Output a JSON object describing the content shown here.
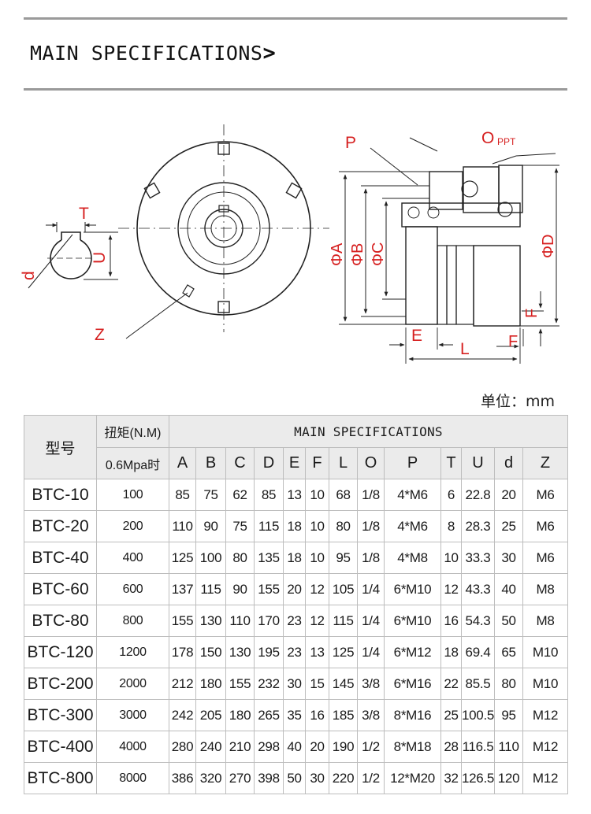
{
  "header": {
    "title": "MAIN SPECIFICATIONS",
    "chevron": ">"
  },
  "drawing": {
    "labels": {
      "T": "T",
      "U": "U",
      "d": "d",
      "Z": "Z",
      "P": "P",
      "O": "O",
      "O_sub": "PPT",
      "phiA": "ΦA",
      "phiB": "ΦB",
      "phiC": "ΦC",
      "phiD": "ΦD",
      "E": "E",
      "F1": "F",
      "F2": "F",
      "L": "L"
    },
    "label_color": "#d62020"
  },
  "unit_label": "单位：mm",
  "table": {
    "model_header": "型号",
    "torque_header": "扭矩(N.M)",
    "pressure_header": "0.6Mpa时",
    "group_header": "MAIN SPECIFICATIONS",
    "dims": [
      "A",
      "B",
      "C",
      "D",
      "E",
      "F",
      "L",
      "O",
      "P",
      "T",
      "U",
      "d",
      "Z"
    ],
    "rows": [
      {
        "model": "BTC-10",
        "torque": "100",
        "A": "85",
        "B": "75",
        "C": "62",
        "D": "85",
        "E": "13",
        "F": "10",
        "L": "68",
        "O": "1/8",
        "P": "4*M6",
        "T": "6",
        "U": "22.8",
        "d": "20",
        "Z": "M6"
      },
      {
        "model": "BTC-20",
        "torque": "200",
        "A": "110",
        "B": "90",
        "C": "75",
        "D": "115",
        "E": "18",
        "F": "10",
        "L": "80",
        "O": "1/8",
        "P": "4*M6",
        "T": "8",
        "U": "28.3",
        "d": "25",
        "Z": "M6"
      },
      {
        "model": "BTC-40",
        "torque": "400",
        "A": "125",
        "B": "100",
        "C": "80",
        "D": "135",
        "E": "18",
        "F": "10",
        "L": "95",
        "O": "1/8",
        "P": "4*M8",
        "T": "10",
        "U": "33.3",
        "d": "30",
        "Z": "M6"
      },
      {
        "model": "BTC-60",
        "torque": "600",
        "A": "137",
        "B": "115",
        "C": "90",
        "D": "155",
        "E": "20",
        "F": "12",
        "L": "105",
        "O": "1/4",
        "P": "6*M10",
        "T": "12",
        "U": "43.3",
        "d": "40",
        "Z": "M8"
      },
      {
        "model": "BTC-80",
        "torque": "800",
        "A": "155",
        "B": "130",
        "C": "110",
        "D": "170",
        "E": "23",
        "F": "12",
        "L": "115",
        "O": "1/4",
        "P": "6*M10",
        "T": "16",
        "U": "54.3",
        "d": "50",
        "Z": "M8"
      },
      {
        "model": "BTC-120",
        "torque": "1200",
        "A": "178",
        "B": "150",
        "C": "130",
        "D": "195",
        "E": "23",
        "F": "13",
        "L": "125",
        "O": "1/4",
        "P": "6*M12",
        "T": "18",
        "U": "69.4",
        "d": "65",
        "Z": "M10"
      },
      {
        "model": "BTC-200",
        "torque": "2000",
        "A": "212",
        "B": "180",
        "C": "155",
        "D": "232",
        "E": "30",
        "F": "15",
        "L": "145",
        "O": "3/8",
        "P": "6*M16",
        "T": "22",
        "U": "85.5",
        "d": "80",
        "Z": "M10"
      },
      {
        "model": "BTC-300",
        "torque": "3000",
        "A": "242",
        "B": "205",
        "C": "180",
        "D": "265",
        "E": "35",
        "F": "16",
        "L": "185",
        "O": "3/8",
        "P": "8*M16",
        "T": "25",
        "U": "100.5",
        "d": "95",
        "Z": "M12"
      },
      {
        "model": "BTC-400",
        "torque": "4000",
        "A": "280",
        "B": "240",
        "C": "210",
        "D": "298",
        "E": "40",
        "F": "20",
        "L": "190",
        "O": "1/2",
        "P": "8*M18",
        "T": "28",
        "U": "116.5",
        "d": "110",
        "Z": "M12"
      },
      {
        "model": "BTC-800",
        "torque": "8000",
        "A": "386",
        "B": "320",
        "C": "270",
        "D": "398",
        "E": "50",
        "F": "30",
        "L": "220",
        "O": "1/2",
        "P": "12*M20",
        "T": "32",
        "U": "126.5",
        "d": "120",
        "Z": "M12"
      }
    ]
  }
}
